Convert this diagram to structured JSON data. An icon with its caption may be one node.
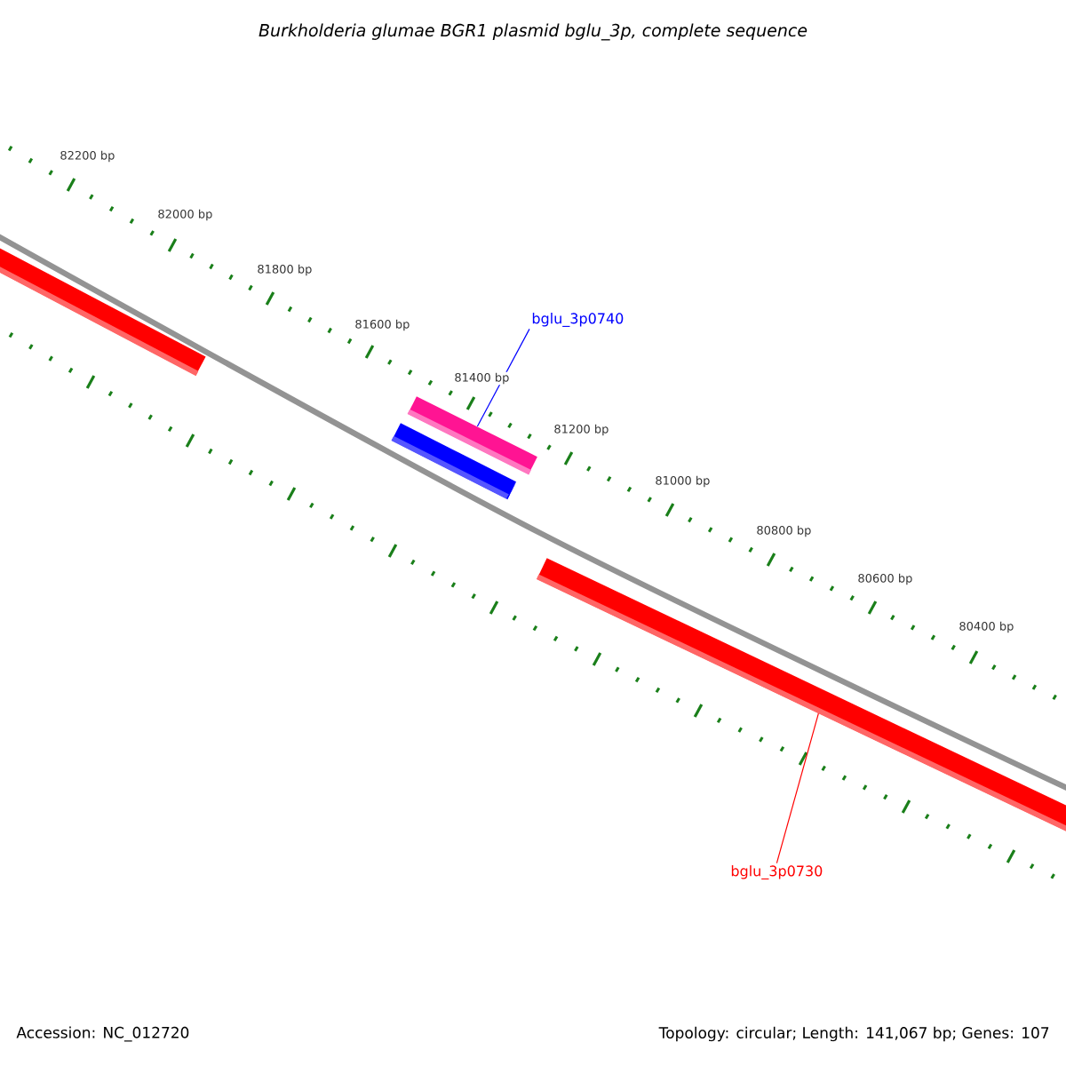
{
  "diagram": {
    "title": "Burkholderia glumae BGR1 plasmid bglu_3p, complete sequence",
    "nodes": [
      {
        "text": [],
        "shape": "bar"
      },
      {
        "text": [
          "bglu_3p0740"
        ]
      },
      {
        "text": [],
        "shape": "bar"
      },
      {
        "text": [],
        "shape": "bar"
      },
      {
        "text": [],
        "shape": "bar"
      },
      {
        "text": [
          "bglu_3p0730"
        ]
      }
    ],
    "edges": [
      {
        "from": 1,
        "to": 2,
        "arrow": "none",
        "color": "#0000ff"
      },
      {
        "from": 5,
        "to": 4,
        "arrow": "none",
        "color": "#ff0000"
      }
    ],
    "labels": [
      "82200 bp",
      "82000 bp",
      "81800 bp",
      "81600 bp",
      "81400 bp",
      "81200 bp",
      "81000 bp",
      "80800 bp",
      "80600 bp",
      "80400 bp",
      "Accession: NC_012720",
      "Topology: circular; Length: 141,067 bp; Genes: 107"
    ]
  }
}
